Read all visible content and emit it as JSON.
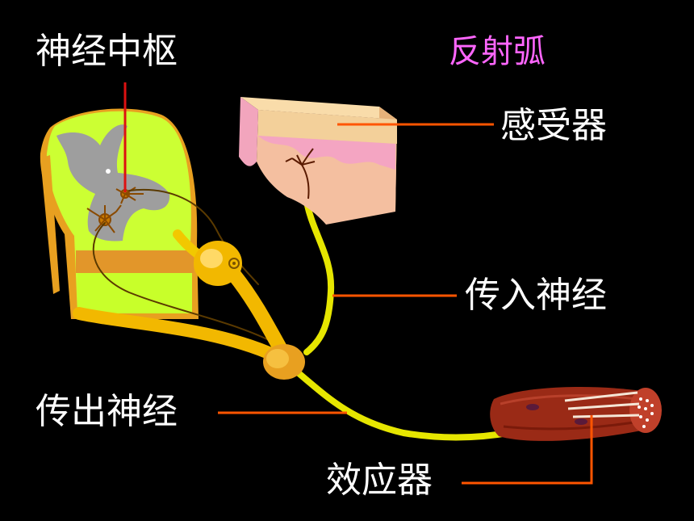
{
  "labels": {
    "title": "反射弧",
    "nerve_center": "神经中枢",
    "receptor": "感受器",
    "afferent_nerve": "传入神经",
    "efferent_nerve": "传出神经",
    "effector": "效应器"
  },
  "colors": {
    "background": "#000000",
    "label_text": "#ffffff",
    "title_text": "#ff66ff",
    "leader_line_orange": "#ff5500",
    "leader_line_red": "#dd1111",
    "nerve": "#e6e600",
    "spinal_cord_white_matter": "#ccff33",
    "spinal_cord_grey_matter": "#9e9e9e",
    "ganglion": "#f2b800",
    "skin_top": "#f3d09a",
    "skin_dermis": "#f4a5c2",
    "muscle": "#9a2a16"
  }
}
